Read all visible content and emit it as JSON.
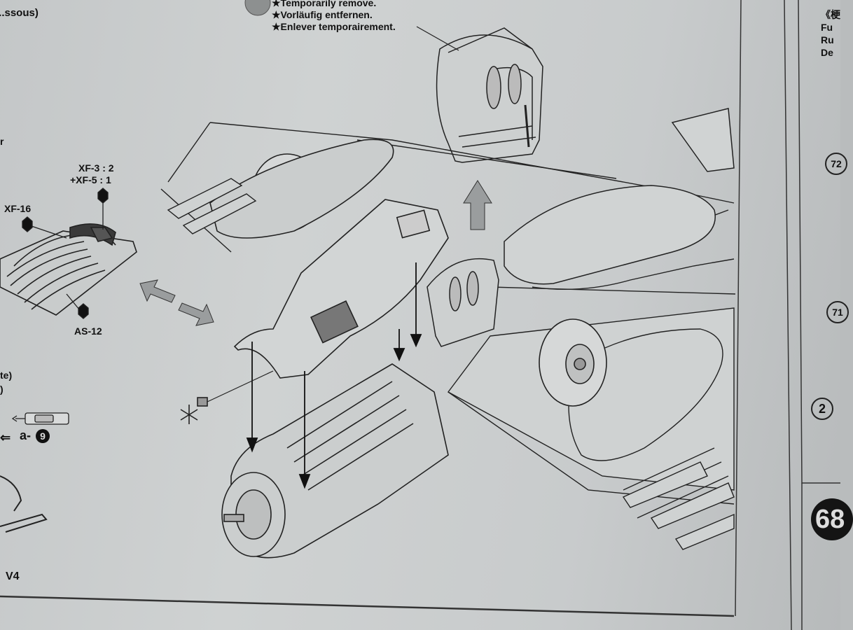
{
  "top_left": {
    "line1": "...ssous)"
  },
  "notes": {
    "line1": "★Temporarily remove.",
    "line2": "★Vorläufig entfernen.",
    "line3": "★Enlever temporairement."
  },
  "paints": {
    "mix_line1": "XF-3 : 2",
    "mix_line2": "+XF-5 : 1",
    "xf16": "XF-16",
    "as12": "AS-12"
  },
  "left_misc": {
    "r_fragment": "r",
    "te_fragment": "te)",
    "paren_fragment": ")",
    "a_ref": "a-",
    "a_ref_num": "9",
    "v4": "V4"
  },
  "right_col": {
    "line0": "《梗",
    "line1": "Fu",
    "line2": "Ru",
    "line3": "De",
    "num72": "72",
    "num71": "71",
    "num2": "2",
    "step": "68"
  }
}
